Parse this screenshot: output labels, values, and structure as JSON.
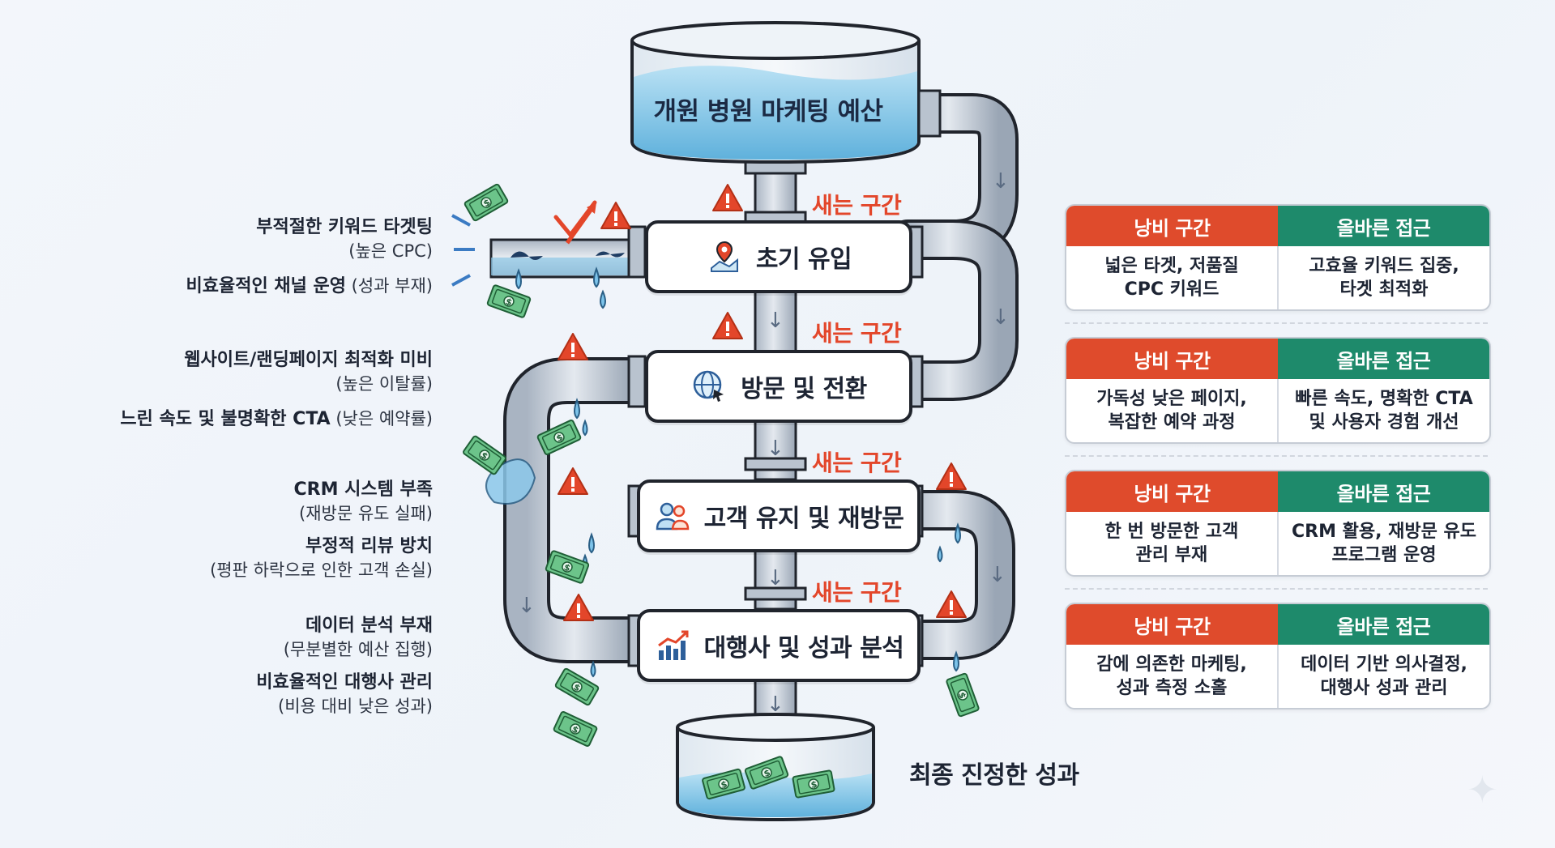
{
  "tank_title": "개원 병원 마케팅 예산",
  "leak_label": "새는 구간",
  "final_label": "최종 진정한 성과",
  "stages": [
    {
      "label": "초기 유입",
      "icon": "map-pin-icon"
    },
    {
      "label": "방문 및 전환",
      "icon": "globe-cursor-icon"
    },
    {
      "label": "고객 유지 및 재방문",
      "icon": "users-icon"
    },
    {
      "label": "대행사 및 성과 분석",
      "icon": "bar-chart-icon"
    }
  ],
  "issues": [
    {
      "main": "부적절한 키워드 타겟팅",
      "sub": "(높은 CPC)"
    },
    {
      "main": "비효율적인 채널 운영",
      "sub": "(성과 부재)"
    },
    {
      "main": "웹사이트/랜딩페이지 최적화 미비",
      "sub": "(높은 이탈률)"
    },
    {
      "main": "느린 속도 및 불명확한 CTA",
      "sub": "(낮은 예약률)"
    },
    {
      "main": "CRM 시스템 부족",
      "sub": "(재방문 유도 실패)"
    },
    {
      "main": "부정적 리뷰 방치",
      "sub": "(평판 하락으로 인한 고객 손실)"
    },
    {
      "main": "데이터 분석 부재",
      "sub": "(무분별한 예산 집행)"
    },
    {
      "main": "비효율적인 대행사 관리",
      "sub": "(비용 대비 낮은 성과)"
    }
  ],
  "cards": [
    {
      "waste_header": "낭비 구간",
      "right_header": "올바른 접근",
      "waste_text": "넓은 타겟, 저품질\nCPC 키워드",
      "right_text": "고효율 키워드 집중,\n타겟 최적화"
    },
    {
      "waste_header": "낭비 구간",
      "right_header": "올바른 접근",
      "waste_text": "가독성 낮은 페이지,\n복잡한 예약 과정",
      "right_text": "빠른 속도, 명확한 CTA\n및 사용자 경험 개선"
    },
    {
      "waste_header": "낭비 구간",
      "right_header": "올바른 접근",
      "waste_text": "한 번 방문한 고객\n관리 부재",
      "right_text": "CRM 활용, 재방문 유도\n프로그램 운영"
    },
    {
      "waste_header": "낭비 구간",
      "right_header": "올바른 접근",
      "waste_text": "감에 의존한 마케팅,\n성과 측정 소홀",
      "right_text": "데이터 기반 의사결정,\n대행사 성과 관리"
    }
  ],
  "colors": {
    "leak": "#e3462a",
    "waste": "#df4b2c",
    "right": "#1e8a6b",
    "water": "#8fc9e8",
    "pipe": "#c3cbd6",
    "outline": "#20242c",
    "money": "#4caf6a"
  }
}
